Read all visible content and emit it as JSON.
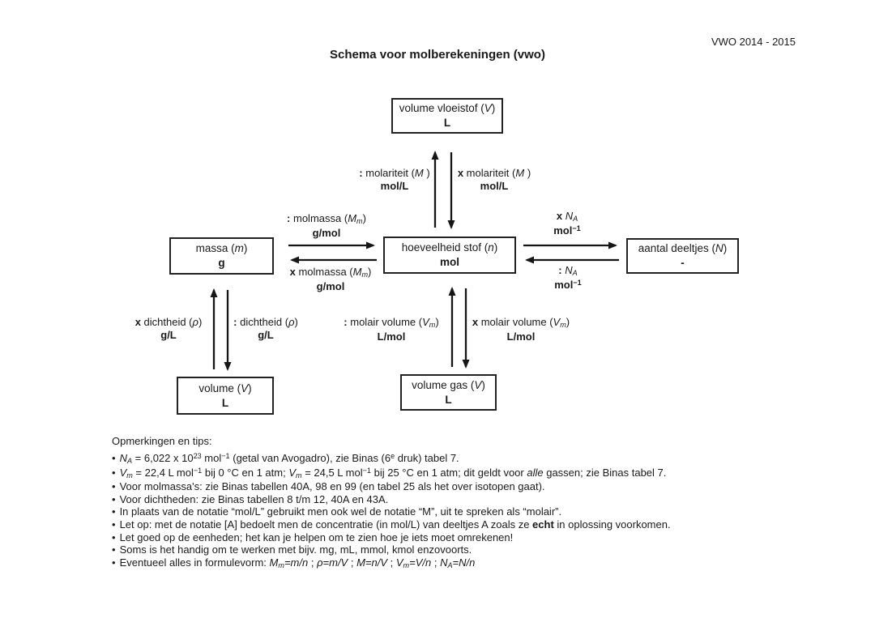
{
  "page": {
    "doc_label": "VWO 2014 - 2015",
    "title": "Schema voor molberekeningen (vwo)"
  },
  "boxes": {
    "volume_vloeistof": {
      "title": [
        {
          "t": "volume vloeistof ("
        },
        {
          "s": "i",
          "t": "V"
        },
        {
          "t": ")"
        }
      ],
      "unit": "L"
    },
    "massa": {
      "title": [
        {
          "t": "massa ("
        },
        {
          "s": "i",
          "t": "m"
        },
        {
          "t": ")"
        }
      ],
      "unit": "g"
    },
    "hoeveelheid_stof": {
      "title": [
        {
          "t": "hoeveelheid stof ("
        },
        {
          "s": "i",
          "t": "n"
        },
        {
          "t": ")"
        }
      ],
      "unit": "mol"
    },
    "aantal_deeltjes": {
      "title": [
        {
          "t": "aantal deeltjes ("
        },
        {
          "s": "i",
          "t": "N"
        },
        {
          "t": ")"
        }
      ],
      "unit": "-"
    },
    "volume": {
      "title": [
        {
          "t": "volume ("
        },
        {
          "s": "i",
          "t": "V"
        },
        {
          "t": ")"
        }
      ],
      "unit": "L"
    },
    "volume_gas": {
      "title": [
        {
          "t": "volume gas ("
        },
        {
          "s": "i",
          "t": "V"
        },
        {
          "t": ")"
        }
      ],
      "unit": "L"
    }
  },
  "edges": {
    "div_molariteit": {
      "rich": [
        {
          "s": "b",
          "t": ":"
        },
        {
          "t": " molariteit ("
        },
        {
          "s": "i",
          "t": "M"
        },
        {
          "t": " )"
        }
      ],
      "unit": [
        {
          "t": "mol/L"
        }
      ]
    },
    "mul_molariteit": {
      "rich": [
        {
          "s": "b",
          "t": "x"
        },
        {
          "t": " molariteit ("
        },
        {
          "s": "i",
          "t": "M"
        },
        {
          "t": " )"
        }
      ],
      "unit": [
        {
          "t": "mol/L"
        }
      ]
    },
    "div_molmassa": {
      "rich": [
        {
          "s": "b",
          "t": ":"
        },
        {
          "t": " molmassa ("
        },
        {
          "s": "i",
          "t": "M"
        },
        {
          "s": "isub",
          "t": "m"
        },
        {
          "t": ")"
        }
      ],
      "unit": [
        {
          "t": "g/mol"
        }
      ]
    },
    "mul_molmassa": {
      "rich": [
        {
          "s": "b",
          "t": "x"
        },
        {
          "t": " molmassa ("
        },
        {
          "s": "i",
          "t": "M"
        },
        {
          "s": "isub",
          "t": "m"
        },
        {
          "t": ")"
        }
      ],
      "unit": [
        {
          "t": "g/mol"
        }
      ]
    },
    "mul_na": {
      "rich": [
        {
          "s": "b",
          "t": "x"
        },
        {
          "t": " "
        },
        {
          "s": "i",
          "t": "N"
        },
        {
          "s": "isub",
          "t": "A"
        }
      ],
      "unit": [
        {
          "t": "mol"
        },
        {
          "s": "sup",
          "t": "−1"
        }
      ]
    },
    "div_na": {
      "rich": [
        {
          "s": "b",
          "t": ":"
        },
        {
          "t": " "
        },
        {
          "s": "i",
          "t": "N"
        },
        {
          "s": "isub",
          "t": "A"
        }
      ],
      "unit": [
        {
          "t": "mol"
        },
        {
          "s": "sup",
          "t": "−1"
        }
      ]
    },
    "mul_dichtheid": {
      "rich": [
        {
          "s": "b",
          "t": "x"
        },
        {
          "t": " dichtheid ("
        },
        {
          "s": "i",
          "t": "ρ"
        },
        {
          "t": ")"
        }
      ],
      "unit": [
        {
          "t": "g/L"
        }
      ]
    },
    "div_dichtheid": {
      "rich": [
        {
          "s": "b",
          "t": ":"
        },
        {
          "t": " dichtheid ("
        },
        {
          "s": "i",
          "t": "ρ"
        },
        {
          "t": ")"
        }
      ],
      "unit": [
        {
          "t": "g/L"
        }
      ]
    },
    "div_molair_volume": {
      "rich": [
        {
          "s": "b",
          "t": ":"
        },
        {
          "t": " molair volume ("
        },
        {
          "s": "i",
          "t": "V"
        },
        {
          "s": "isub",
          "t": "m"
        },
        {
          "t": ")"
        }
      ],
      "unit": [
        {
          "t": "L/mol"
        }
      ]
    },
    "mul_molair_volume": {
      "rich": [
        {
          "s": "b",
          "t": "x"
        },
        {
          "t": " molair volume ("
        },
        {
          "s": "i",
          "t": "V"
        },
        {
          "s": "isub",
          "t": "m"
        },
        {
          "t": ")"
        }
      ],
      "unit": [
        {
          "t": "L/mol"
        }
      ]
    }
  },
  "notes": {
    "heading": "Opmerkingen en tips:",
    "bullet": "•",
    "lines": [
      [
        {
          "s": "i",
          "t": "N"
        },
        {
          "s": "isub",
          "t": "A"
        },
        {
          "t": " = 6,022 x 10"
        },
        {
          "s": "sup",
          "t": "23"
        },
        {
          "t": " mol"
        },
        {
          "s": "sup",
          "t": "−1"
        },
        {
          "t": " (getal van Avogadro), zie Binas (6"
        },
        {
          "s": "sup",
          "t": "e"
        },
        {
          "t": " druk) tabel 7."
        }
      ],
      [
        {
          "s": "i",
          "t": "V"
        },
        {
          "s": "isub",
          "t": "m"
        },
        {
          "t": " = 22,4 L mol"
        },
        {
          "s": "sup",
          "t": "−1"
        },
        {
          "t": " bij 0 °C en 1 atm; "
        },
        {
          "s": "i",
          "t": "V"
        },
        {
          "s": "isub",
          "t": "m"
        },
        {
          "t": " = 24,5 L mol"
        },
        {
          "s": "sup",
          "t": "−1"
        },
        {
          "t": " bij 25 °C en 1 atm; dit geldt voor "
        },
        {
          "s": "i",
          "t": "alle"
        },
        {
          "t": " gassen; zie Binas tabel 7."
        }
      ],
      [
        {
          "t": "Voor molmassa's: zie Binas tabellen 40A, 98 en 99 (en tabel 25 als het over isotopen gaat)."
        }
      ],
      [
        {
          "t": "Voor dichtheden: zie Binas tabellen 8 t/m 12, 40A en 43A."
        }
      ],
      [
        {
          "t": "In plaats van de notatie “mol/L” gebruikt men ook wel de notatie “M”, uit te spreken als “molair”."
        }
      ],
      [
        {
          "t": "Let op: met de notatie [A] bedoelt men de concentratie (in mol/L) van deeltjes A zoals ze "
        },
        {
          "s": "b",
          "t": "echt"
        },
        {
          "t": " in oplossing voorkomen."
        }
      ],
      [
        {
          "t": "Let goed op de eenheden; het kan je helpen om te zien hoe je iets moet omrekenen!"
        }
      ],
      [
        {
          "t": "Soms is het handig om te werken met bijv. mg, mL, mmol, kmol enzovoorts."
        }
      ],
      [
        {
          "t": "Eventueel alles in formulevorm: "
        },
        {
          "s": "i",
          "t": "M"
        },
        {
          "s": "isub",
          "t": "m"
        },
        {
          "s": "i",
          "t": "=m/n"
        },
        {
          "t": " ; "
        },
        {
          "s": "i",
          "t": "ρ=m/V"
        },
        {
          "t": " ; "
        },
        {
          "s": "i",
          "t": "M=n/V"
        },
        {
          "t": " ; "
        },
        {
          "s": "i",
          "t": "V"
        },
        {
          "s": "isub",
          "t": "m"
        },
        {
          "s": "i",
          "t": "=V/n"
        },
        {
          "t": " ; "
        },
        {
          "s": "i",
          "t": "N"
        },
        {
          "s": "isub",
          "t": "A"
        },
        {
          "s": "i",
          "t": "=N/n"
        }
      ]
    ]
  }
}
